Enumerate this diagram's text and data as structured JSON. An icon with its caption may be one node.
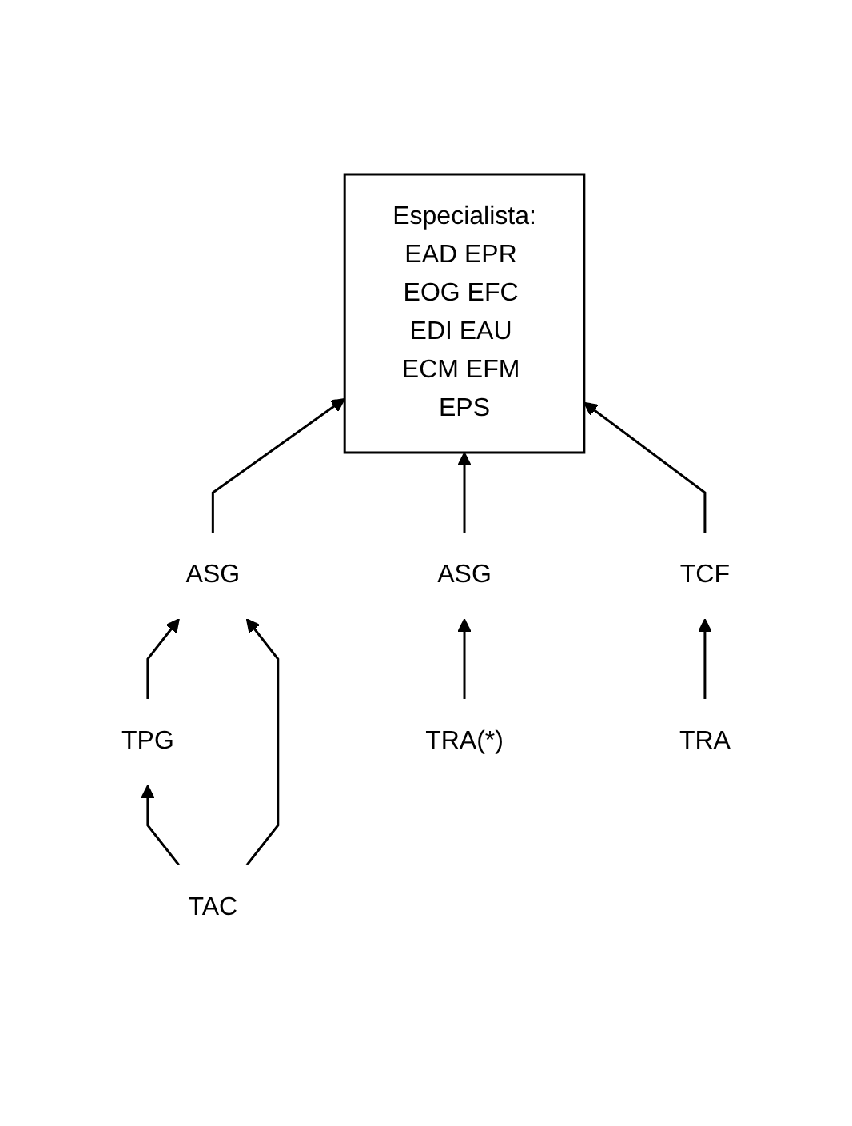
{
  "diagram": {
    "nodes": [
      {
        "text": [
          "Especialista:",
          "EAD EPR EOG EFC EDI EAU ECM EFM EPS"
        ]
      },
      {
        "text": [
          "ASG"
        ]
      },
      {
        "text": [
          "ASG"
        ]
      },
      {
        "text": [
          "TCF"
        ]
      },
      {
        "text": [
          "TPG"
        ]
      },
      {
        "text": [
          "TRA(*)"
        ]
      },
      {
        "text": [
          "TRA"
        ]
      },
      {
        "text": [
          "TAC"
        ]
      }
    ],
    "edges": [
      {
        "from": 1,
        "to": 0,
        "arrow": "to"
      },
      {
        "from": 2,
        "to": 0,
        "arrow": "to"
      },
      {
        "from": 3,
        "to": 0,
        "arrow": "to"
      },
      {
        "from": 4,
        "to": 1,
        "arrow": "to"
      },
      {
        "from": 5,
        "to": 2,
        "arrow": "to"
      },
      {
        "from": 6,
        "to": 3,
        "arrow": "to"
      },
      {
        "from": 7,
        "to": 4,
        "arrow": "to"
      },
      {
        "from": 7,
        "to": 1,
        "arrow": "to"
      }
    ]
  }
}
